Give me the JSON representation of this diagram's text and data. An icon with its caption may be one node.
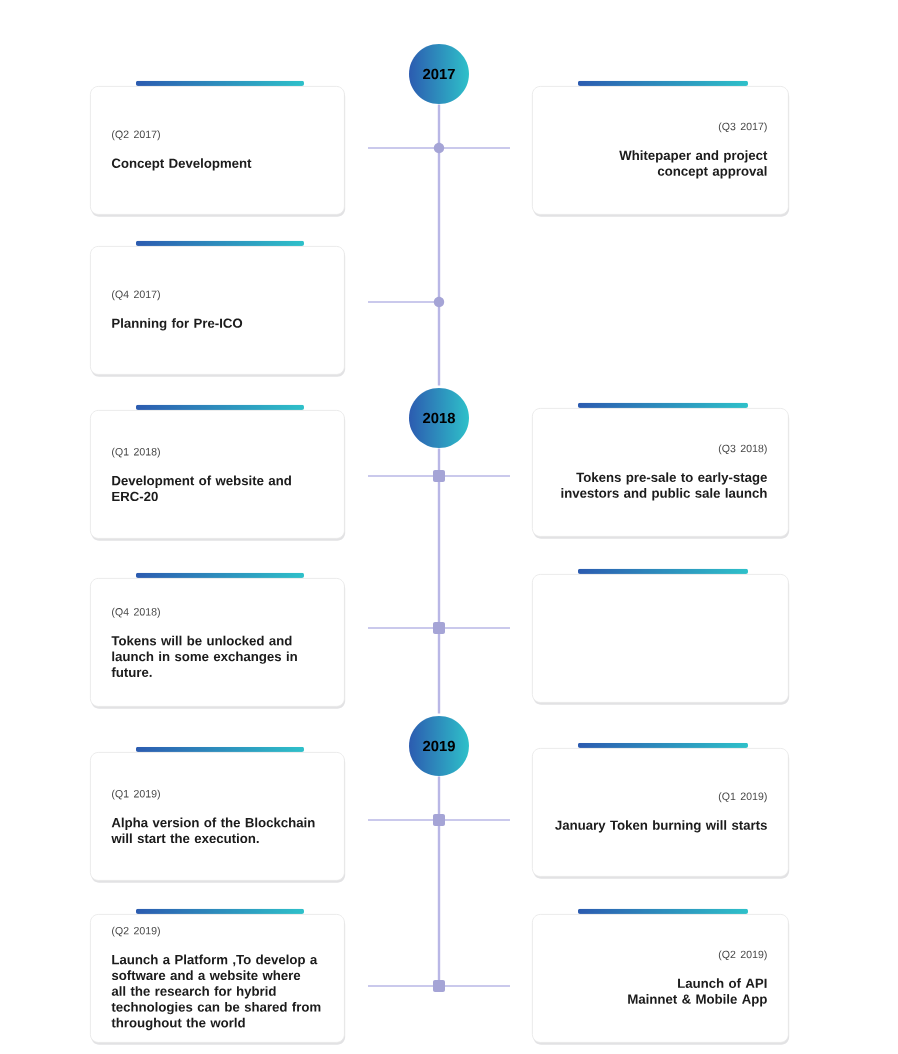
{
  "diagram": {
    "nodes": [
      {
        "text": [
          "2017"
        ]
      },
      {
        "text": [
          "(Q2 2017)",
          "Concept Development"
        ]
      },
      {
        "text": [
          "(Q3 2017)",
          "Whitepaper and project concept approval"
        ]
      },
      {
        "text": [
          "(Q4 2017)",
          "Planning for Pre-ICO"
        ]
      },
      {
        "text": [
          "2018"
        ]
      },
      {
        "text": [
          "(Q1 2018)",
          "Development of website and ERC-20"
        ]
      },
      {
        "text": [
          "(Q3 2018)",
          "Tokens pre-sale to early-stage investors and public sale launch"
        ]
      },
      {
        "text": [
          "(Q4 2018)",
          "Tokens will be unlocked and launch in some exchanges in future."
        ]
      },
      {
        "text": [],
        "shape": "box"
      },
      {
        "text": [
          "2019"
        ]
      },
      {
        "text": [
          "(Q1 2019)",
          "Alpha version of the Blockchain will start the execution."
        ]
      },
      {
        "text": [
          "(Q1 2019)",
          "January Token burning will starts"
        ]
      },
      {
        "text": [
          "(Q2 2019)",
          "Launch a Platform ,To develop a software and a website where all the research for hybrid technologies can be shared from throughout the world"
        ]
      },
      {
        "text": [
          "(Q2 2019)",
          "Launch of API Mainnet & Mobile App"
        ]
      }
    ],
    "edges": [
      {
        "from": 0,
        "to": 4,
        "arrow": "none"
      },
      {
        "from": 4,
        "to": 9,
        "arrow": "none"
      }
    ]
  }
}
